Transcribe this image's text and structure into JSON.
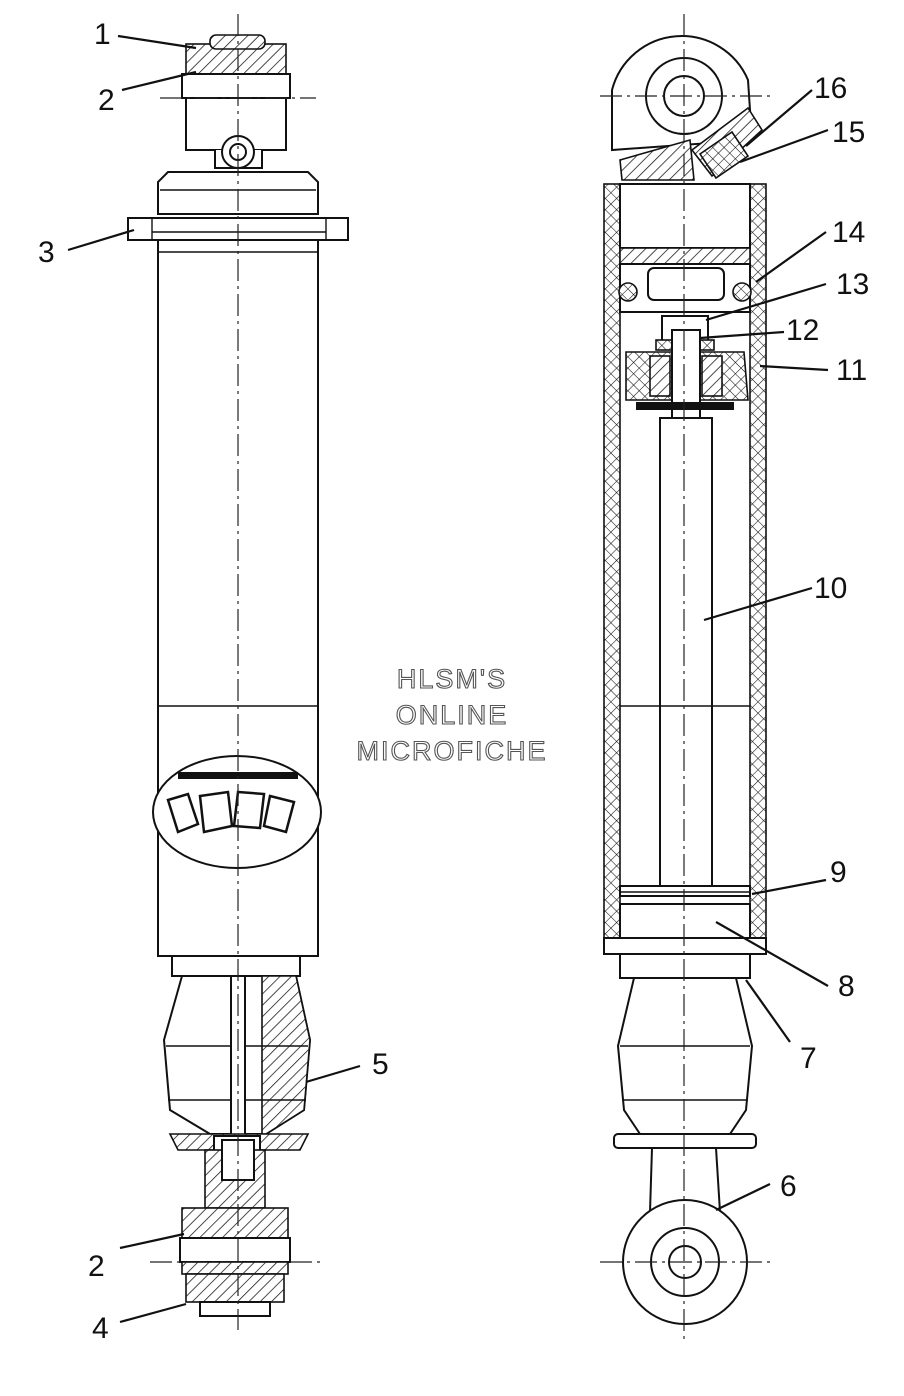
{
  "callouts": {
    "c1": "1",
    "c2_top": "2",
    "c3": "3",
    "c2_bottom": "2",
    "c4": "4",
    "c5": "5",
    "c6": "6",
    "c7": "7",
    "c8": "8",
    "c9": "9",
    "c10": "10",
    "c11": "11",
    "c12": "12",
    "c13": "13",
    "c14": "14",
    "c15": "15",
    "c16": "16"
  },
  "watermark": {
    "line1": "HLSM'S",
    "line2": "ONLINE",
    "line3": "MICROFICHE"
  },
  "colors": {
    "line": "#111111",
    "background": "#ffffff"
  }
}
